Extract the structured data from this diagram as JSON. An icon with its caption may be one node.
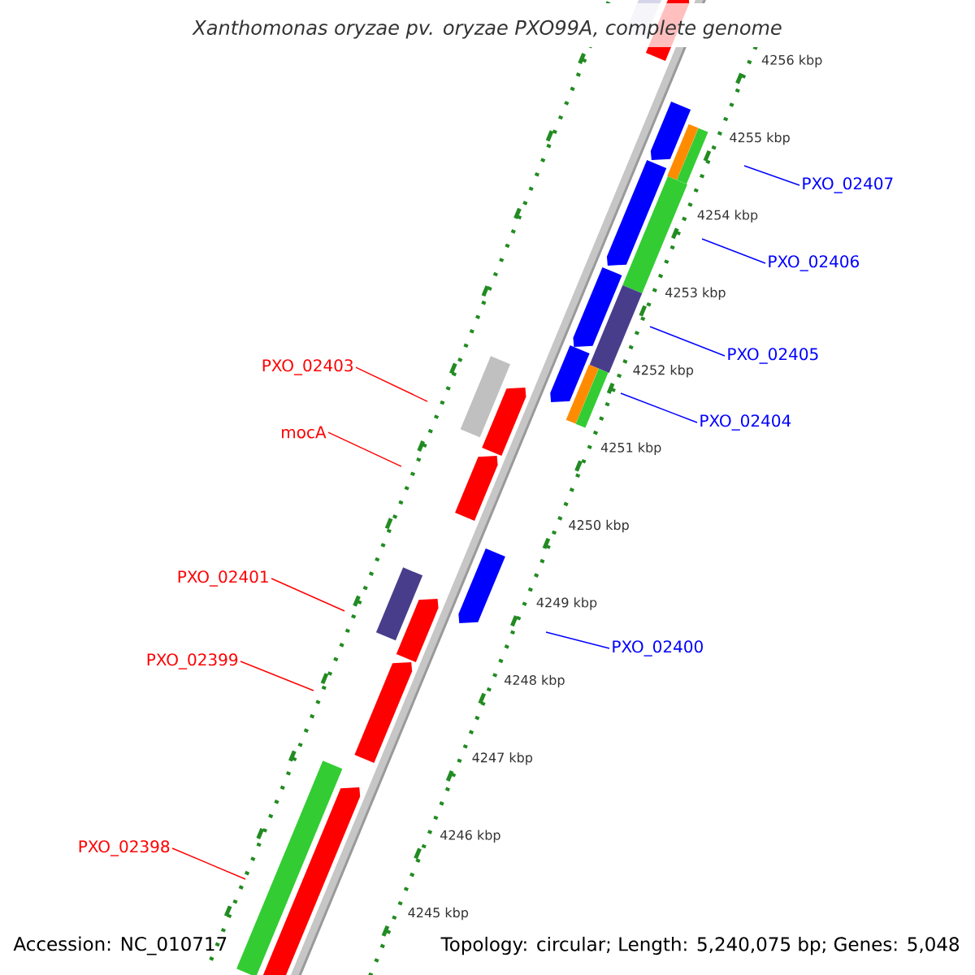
{
  "diagram": {
    "title": "Xanthomonas oryzae pv. oryzae PXO99A, complete genome",
    "nodes": [
      {
        "text": [
          "PXO_02407"
        ]
      },
      {
        "text": [
          "PXO_02406"
        ]
      },
      {
        "text": [
          "PXO_02405"
        ]
      },
      {
        "text": [
          "PXO_02403"
        ]
      },
      {
        "text": [
          "PXO_02404"
        ]
      },
      {
        "text": [
          "mocA"
        ]
      },
      {
        "text": [
          "PXO_02401"
        ]
      },
      {
        "text": [
          "PXO_02400"
        ]
      },
      {
        "text": [
          "PXO_02399"
        ]
      },
      {
        "text": [
          "PXO_02398"
        ]
      }
    ],
    "edges": [
      {
        "from": 0,
        "to": null,
        "arrow": "none"
      },
      {
        "from": 1,
        "to": null,
        "arrow": "none"
      },
      {
        "from": 2,
        "to": null,
        "arrow": "none"
      },
      {
        "from": 3,
        "to": null,
        "arrow": "none",
        "color": "#ff0000"
      },
      {
        "from": 4,
        "to": null,
        "arrow": "none"
      },
      {
        "from": 5,
        "to": null,
        "arrow": "none",
        "color": "#ff0000"
      },
      {
        "from": 6,
        "to": null,
        "arrow": "none",
        "color": "#ff0000"
      },
      {
        "from": 7,
        "to": null,
        "arrow": "none"
      },
      {
        "from": 8,
        "to": null,
        "arrow": "none",
        "color": "#ff0000"
      },
      {
        "from": 9,
        "to": null,
        "arrow": "none",
        "color": "#ff0000"
      }
    ],
    "labels": [
      "4256 kbp",
      "4255 kbp",
      "4254 kbp",
      "4253 kbp",
      "4252 kbp",
      "4251 kbp",
      "4250 kbp",
      "4249 kbp",
      "4248 kbp",
      "4247 kbp",
      "4246 kbp",
      "4245 kbp",
      "Accession: NC_010717",
      "Topology: circular; Length: 5,240,075 bp; Genes: 5,048"
    ]
  }
}
